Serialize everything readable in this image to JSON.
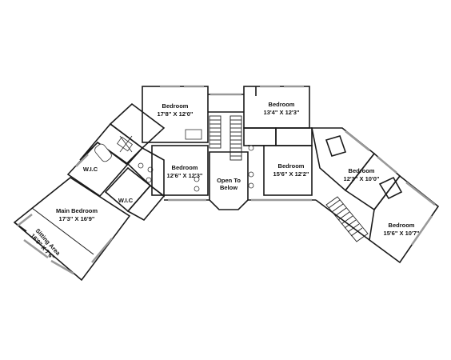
{
  "rooms": [
    {
      "id": "bedroom-1",
      "name": "Bedroom",
      "size": "17'8\" X 12'0\""
    },
    {
      "id": "bedroom-2",
      "name": "Bedroom",
      "size": "13'4\" X 12'3\""
    },
    {
      "id": "bedroom-3",
      "name": "Bedroom",
      "size": "12'6\" X 12'3\""
    },
    {
      "id": "open-to-below",
      "name": "Open To",
      "size": "Below"
    },
    {
      "id": "bedroom-4",
      "name": "Bedroom",
      "size": "15'6\" X 12'2\""
    },
    {
      "id": "bedroom-5",
      "name": "Bedroom",
      "size": "12'3\" X 10'0\""
    },
    {
      "id": "bedroom-6",
      "name": "Bedroom",
      "size": "15'6\" X 10'7\""
    },
    {
      "id": "main-bedroom",
      "name": "Main Bedroom",
      "size": "17'3\" X 16'9\""
    },
    {
      "id": "sitting-area",
      "name": "Sitting Area",
      "size": "16'9\" X 7'6\""
    },
    {
      "id": "wic-1",
      "name": "W.I.C",
      "size": ""
    },
    {
      "id": "wic-2",
      "name": "W.I.C",
      "size": ""
    }
  ]
}
